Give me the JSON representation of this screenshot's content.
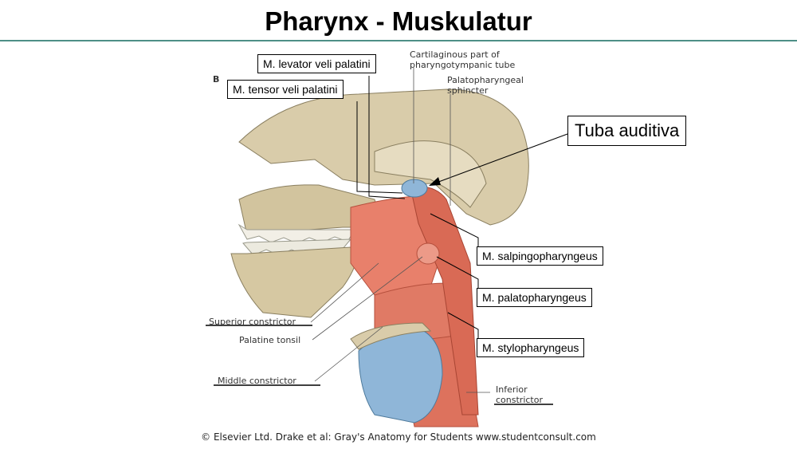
{
  "slide": {
    "title": "Pharynx - Muskulatur"
  },
  "figure": {
    "panel_letter": "B",
    "print_labels": {
      "cartilaginous_tube_1": "Cartilaginous part of",
      "cartilaginous_tube_2": "pharyngotympanic tube",
      "palatopharyngeal_sphincter_1": "Palatopharyngeal",
      "palatopharyngeal_sphincter_2": "sphincter",
      "superior_constrictor": "Superior constrictor",
      "palatine_tonsil": "Palatine tonsil",
      "middle_constrictor": "Middle constrictor",
      "inferior_constrictor_1": "Inferior",
      "inferior_constrictor_2": "constrictor"
    },
    "credit": "© Elsevier Ltd. Drake et al: Gray's Anatomy for Students www.studentconsult.com"
  },
  "callouts": {
    "levator": "M. levator veli palatini",
    "tensor": "M. tensor veli palatini",
    "tuba": "Tuba auditiva",
    "salpingo": "M. salpingopharyngeus",
    "palato": "M. palatopharyngeus",
    "stylo": "M. stylopharyngeus"
  },
  "colors": {
    "muscle": "#e8806b",
    "bone": "#d9ccaa",
    "cartilage": "#8fb6d8",
    "accent_rule": "#4e8f86"
  }
}
